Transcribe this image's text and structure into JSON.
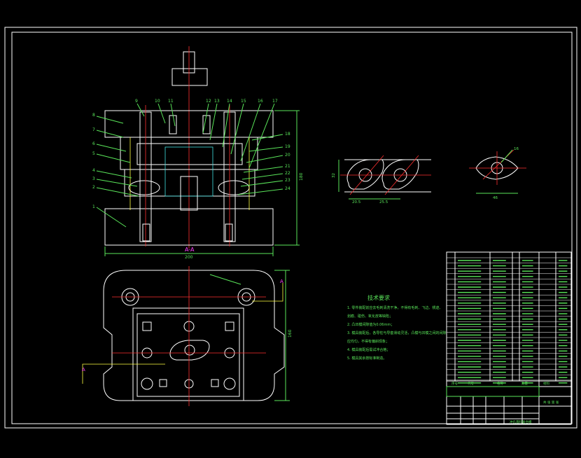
{
  "colors": {
    "background": "#000000",
    "outline": "#ffffff",
    "dimension": "#5ae65a",
    "centerline": "#ff3030",
    "hidden": "#ffff40",
    "accent": "#40e0e0",
    "section_label": "#ff40ff"
  },
  "section_view": {
    "label": "A-A",
    "part_numbers_left": [
      "8",
      "7",
      "6",
      "5",
      "4",
      "3",
      "2",
      "1"
    ],
    "part_numbers_top": [
      "9",
      "10",
      "11",
      "12",
      "13",
      "14",
      "15",
      "16",
      "17"
    ],
    "part_numbers_right": [
      "18",
      "19",
      "20",
      "21",
      "22",
      "23",
      "24"
    ],
    "width_dim": "200",
    "height_dim": "180"
  },
  "plan_view": {
    "cut_label_left": "A",
    "cut_label_right": "A",
    "height_dim": "160"
  },
  "strip_layout": {
    "height_dim": "32",
    "pitch_left": "20.5",
    "pitch_right": "25.5"
  },
  "part_drawing": {
    "dim_top": "16",
    "dim_bottom": "46"
  },
  "notes": {
    "title": "技术要求",
    "items": [
      "1. 零件装配前应去毛刺清洗干净，不得有毛刺、飞边、锈迹、",
      "   划痕、碰伤、氧化皮等缺陷；",
      "2. 凸凹模间隙值为0.06mm；",
      "3. 模具装配后，各导柱与导套滑动灵活，凸模与凹模之间的间隙",
      "   应均匀，不得有偏斜现象；",
      "4. 模具装配后需试冲合格；",
      "5. 模具其余按标准制造。"
    ]
  },
  "title_block": {
    "drawing_name": "冲孔落料复合模",
    "header_cols": [
      "序号",
      "代号",
      "名称",
      "数量",
      "材料"
    ],
    "sheet": "共 张 第 张"
  }
}
